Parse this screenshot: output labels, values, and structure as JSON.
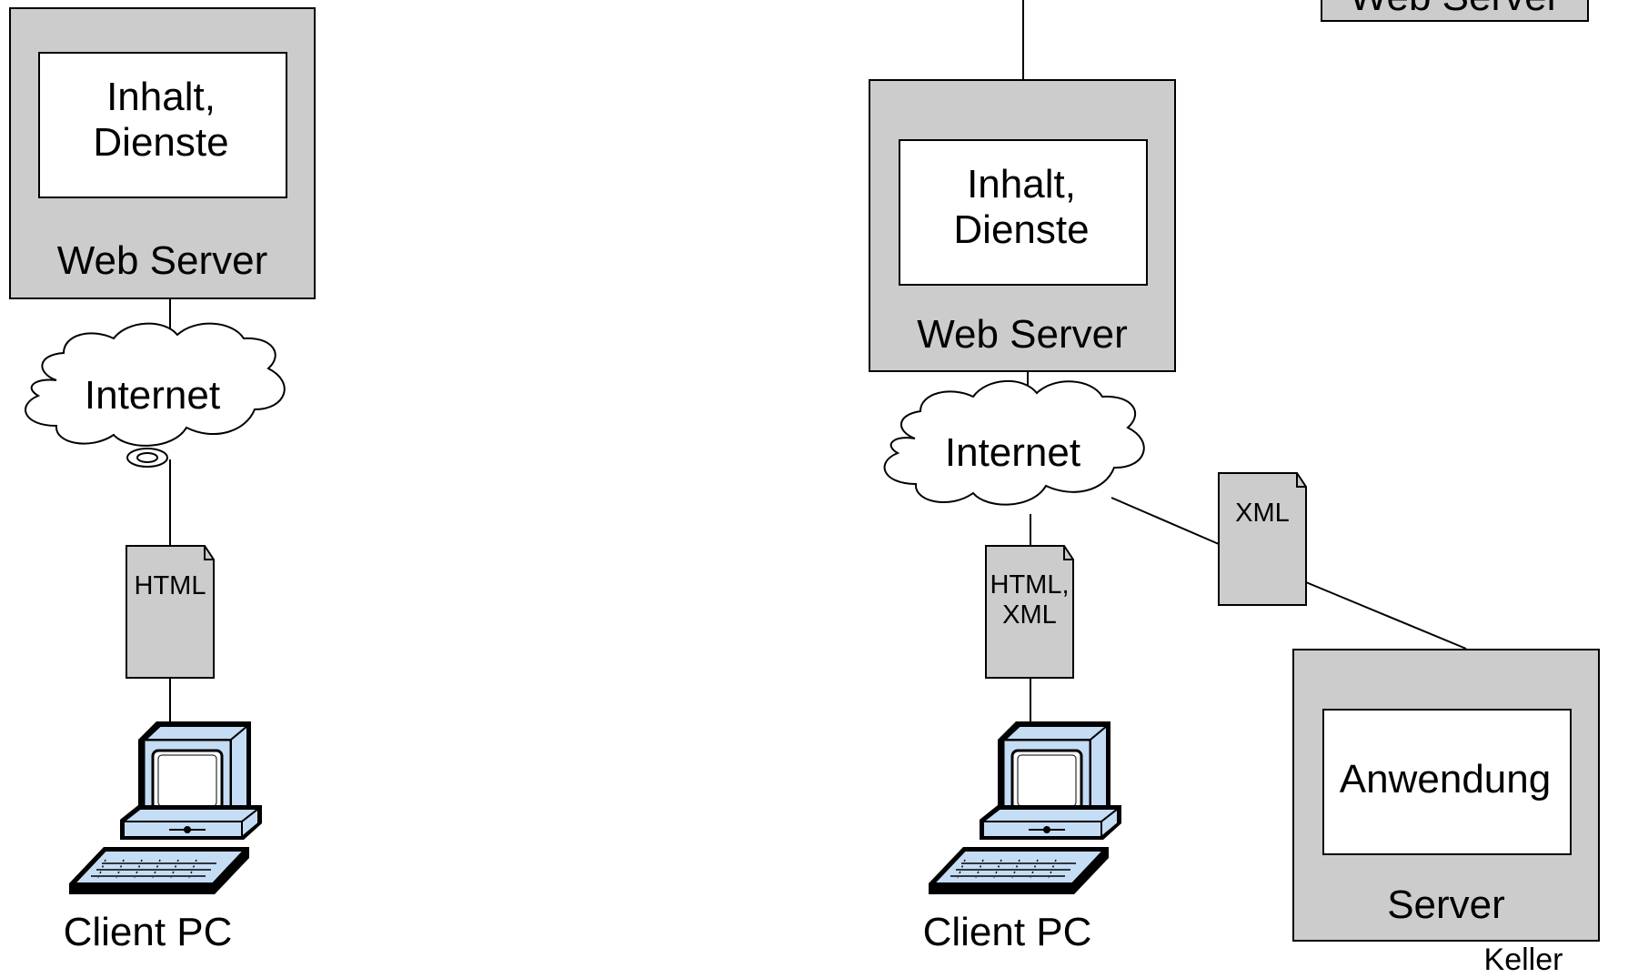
{
  "colors": {
    "box_fill": "#cccccc",
    "inner_fill": "#ffffff",
    "doc_fill": "#cccccc",
    "monitor_fill": "#c5dcf5",
    "outline": "#000000"
  },
  "left_diagram": {
    "web_server": {
      "inner_label": "Inhalt,\nDienste",
      "label": "Web Server"
    },
    "cloud_label": "Internet",
    "document_label": "HTML",
    "client_label": "Client PC"
  },
  "right_diagram": {
    "top_partial_label": "Web Server",
    "web_server": {
      "inner_label": "Inhalt,\nDienste",
      "label": "Web Server"
    },
    "cloud_label": "Internet",
    "client_document_label": "HTML,\nXML",
    "server_document_label": "XML",
    "client_label": "Client PC",
    "app_server": {
      "inner_label": "Anwendung",
      "label": "Server"
    }
  },
  "author": "Keller"
}
